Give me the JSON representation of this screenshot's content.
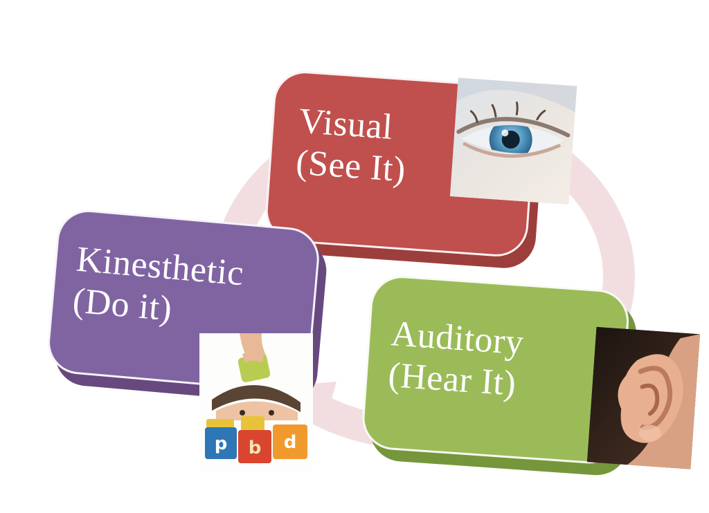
{
  "diagram": {
    "background_color": "#ffffff",
    "cycle": {
      "color": "#f2dee1",
      "direction": "clockwise"
    },
    "nodes": [
      {
        "id": "visual",
        "label": "Visual",
        "sublabel": "(See It)",
        "color": "#c0504d",
        "shadow_color": "#9c3f3c",
        "image": "eye-photo"
      },
      {
        "id": "kinesthetic",
        "label": "Kinesthetic",
        "sublabel": "(Do it)",
        "color": "#8064a2",
        "shadow_color": "#67497f",
        "image": "blocks-photo"
      },
      {
        "id": "auditory",
        "label": "Auditory",
        "sublabel": "(Hear It)",
        "color": "#9bbb59",
        "shadow_color": "#76963c",
        "image": "ear-photo"
      }
    ],
    "images": {
      "eye": {
        "name": "eye-photo"
      },
      "ear": {
        "name": "ear-photo"
      },
      "blocks": {
        "name": "blocks-photo",
        "letters": [
          "p",
          "b",
          "d"
        ]
      }
    }
  }
}
